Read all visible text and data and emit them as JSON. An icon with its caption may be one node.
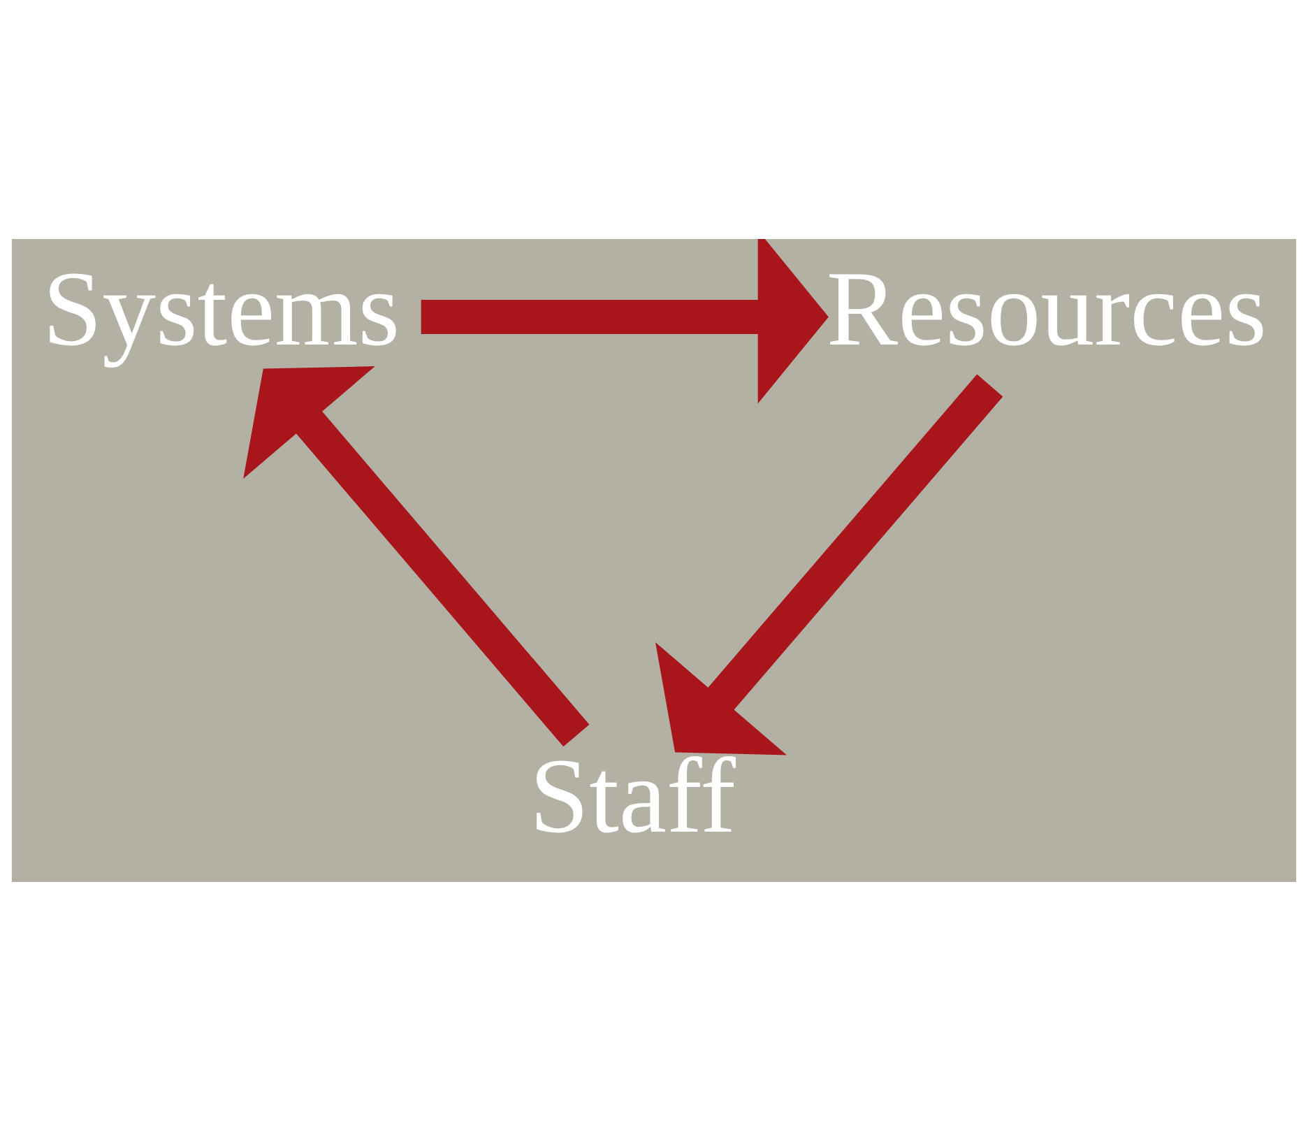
{
  "diagram": {
    "nodes": [
      {
        "text": [
          "Systems"
        ]
      },
      {
        "text": [
          "Resources"
        ]
      },
      {
        "text": [
          "Staff"
        ]
      }
    ],
    "edges": [
      {
        "from": 0,
        "to": 1,
        "arrow": "to"
      },
      {
        "from": 1,
        "to": 2,
        "arrow": "to"
      },
      {
        "from": 2,
        "to": 0,
        "arrow": "to"
      }
    ]
  }
}
